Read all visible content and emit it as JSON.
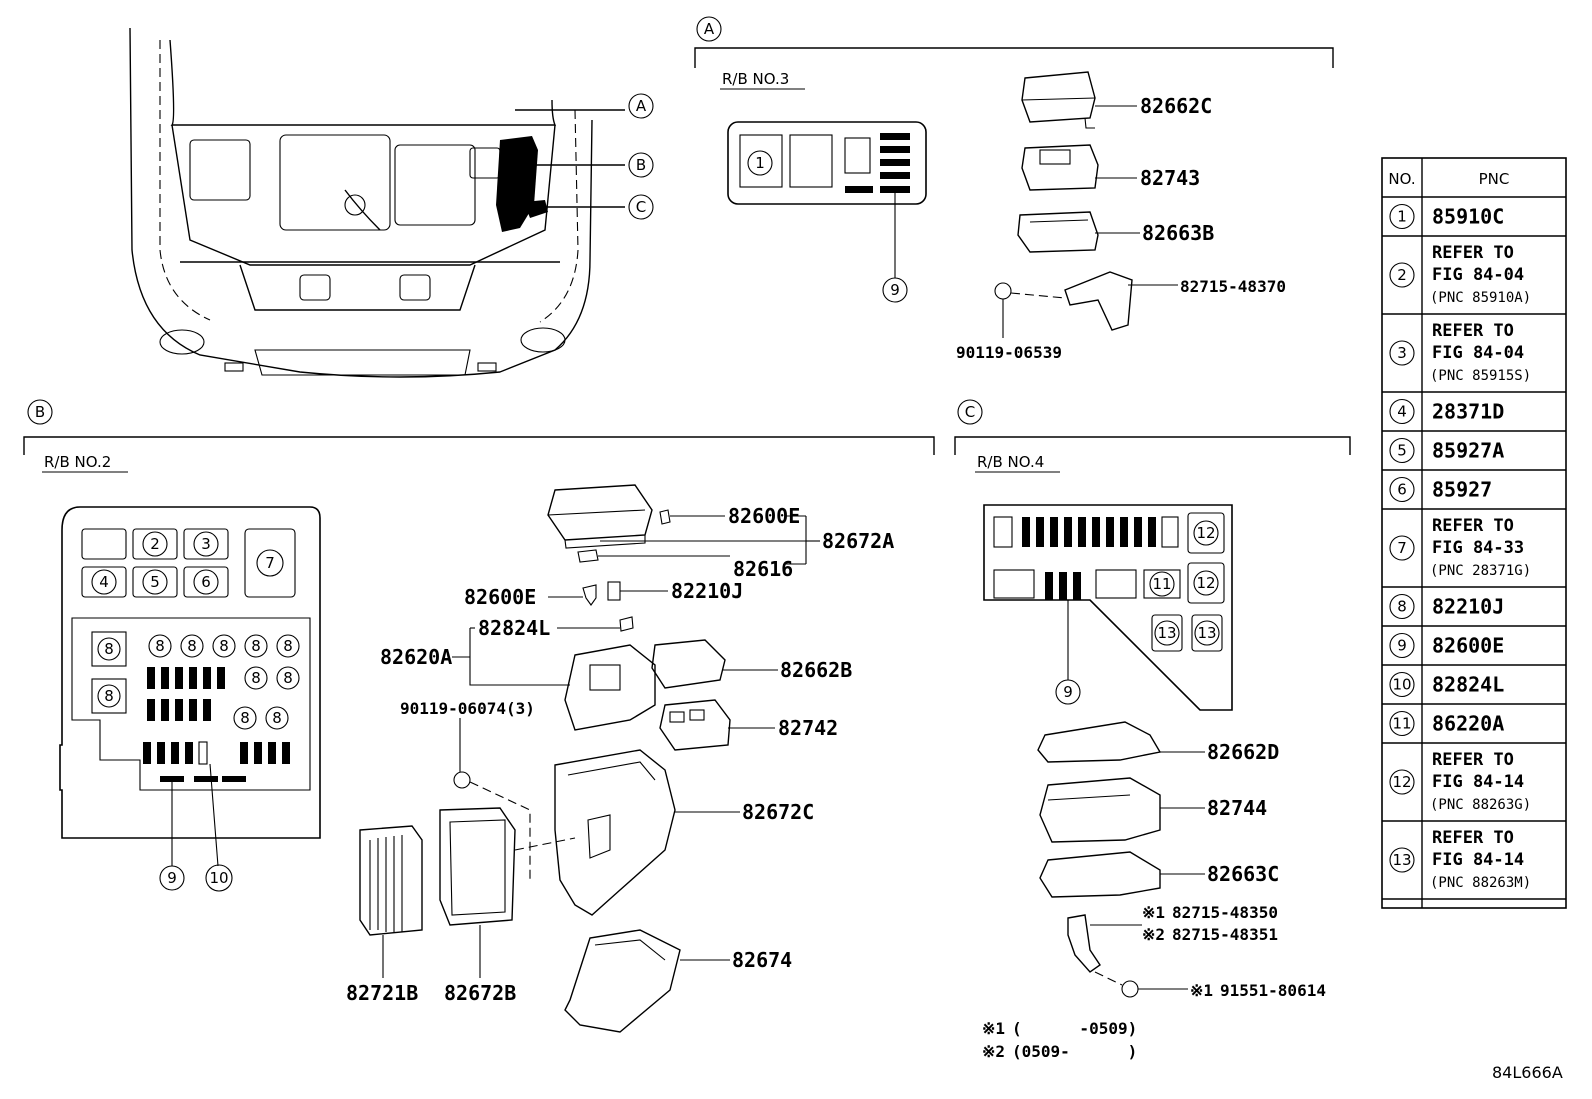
{
  "figure_code": "84L666A",
  "section_markers": {
    "a": "A",
    "b": "B",
    "c": "C"
  },
  "sections": {
    "a": {
      "title": "R/B NO.3"
    },
    "b": {
      "title": "R/B NO.2"
    },
    "c": {
      "title": "R/B NO.4"
    }
  },
  "circled_numbers": [
    "1",
    "2",
    "3",
    "4",
    "5",
    "6",
    "7",
    "8",
    "9",
    "10",
    "11",
    "12",
    "13"
  ],
  "parts_a": {
    "cover": "82662C",
    "block": "82743",
    "lower_cover": "82663B",
    "bracket": "82715-48370",
    "bolt": "90119-06539"
  },
  "parts_b": {
    "fuse_e_upper": "82600E",
    "cover_assy": "82672A",
    "clip": "82616",
    "fuse_e_lower": "82600E",
    "relay_j": "82210J",
    "fuse_l": "82824L",
    "block_assy": "82620A",
    "cover_b": "82662B",
    "block_b": "82742",
    "bolt": "90119-06074(3)",
    "case_c": "82672C",
    "module": "82721B",
    "plate": "82672B",
    "lower_case": "82674"
  },
  "parts_c": {
    "cover_d": "82662D",
    "block_c": "82744",
    "lower_cover_c": "82663C",
    "bracket_1_mark": "※1",
    "bracket_1": "82715-48350",
    "bracket_2_mark": "※2",
    "bracket_2": "82715-48351",
    "screw_mark": "※1",
    "screw": "91551-80614"
  },
  "footnotes": [
    {
      "mark": "※1",
      "text": "(      -0509)"
    },
    {
      "mark": "※2",
      "text": "(0509-      )"
    }
  ],
  "pnc_table": {
    "headers": {
      "no": "NO.",
      "pnc": "PNC"
    },
    "rows": [
      {
        "no": "1",
        "lines": [
          "85910C"
        ]
      },
      {
        "no": "2",
        "lines": [
          "REFER TO",
          "FIG 84-04",
          "(PNC 85910A)"
        ]
      },
      {
        "no": "3",
        "lines": [
          "REFER TO",
          "FIG 84-04",
          "(PNC 85915S)"
        ]
      },
      {
        "no": "4",
        "lines": [
          "28371D"
        ]
      },
      {
        "no": "5",
        "lines": [
          "85927A"
        ]
      },
      {
        "no": "6",
        "lines": [
          "85927"
        ]
      },
      {
        "no": "7",
        "lines": [
          "REFER TO",
          "FIG 84-33",
          "(PNC 28371G)"
        ]
      },
      {
        "no": "8",
        "lines": [
          "82210J"
        ]
      },
      {
        "no": "9",
        "lines": [
          "82600E"
        ]
      },
      {
        "no": "10",
        "lines": [
          "82824L"
        ]
      },
      {
        "no": "11",
        "lines": [
          "86220A"
        ]
      },
      {
        "no": "12",
        "lines": [
          "REFER TO",
          "FIG 84-14",
          "(PNC 88263G)"
        ]
      },
      {
        "no": "13",
        "lines": [
          "REFER TO",
          "FIG 84-14",
          "(PNC 88263M)"
        ]
      }
    ]
  }
}
